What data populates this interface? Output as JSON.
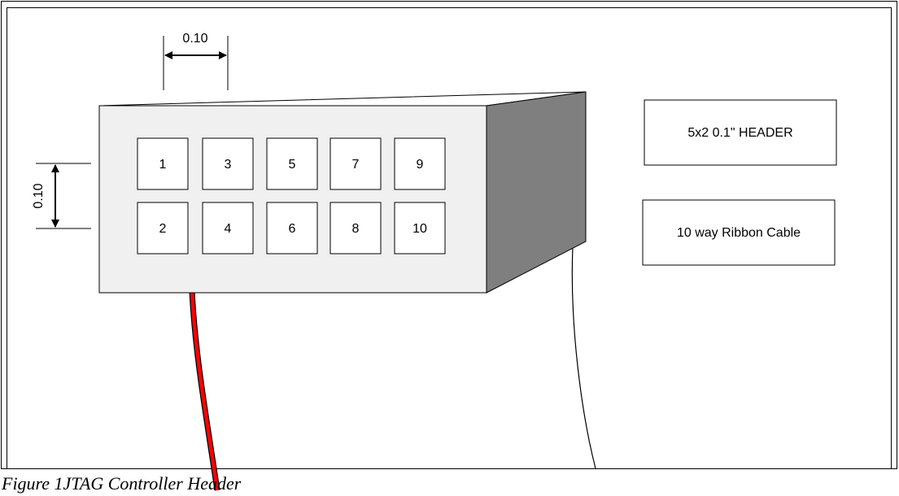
{
  "figure": {
    "caption": "Figure 1JTAG Controller Header"
  },
  "dimensions": {
    "pin_pitch_horizontal": "0.10",
    "pin_pitch_vertical": "0.10"
  },
  "header": {
    "label": "5x2 0.1\" HEADER",
    "pins_top_row": [
      "1",
      "3",
      "5",
      "7",
      "9"
    ],
    "pins_bottom_row": [
      "2",
      "4",
      "6",
      "8",
      "10"
    ],
    "front_color": "#f0f0f0",
    "side_color": "#7f7f7f"
  },
  "cable": {
    "label": "10 way Ribbon Cable",
    "red_wire_color": "#ff0000"
  }
}
